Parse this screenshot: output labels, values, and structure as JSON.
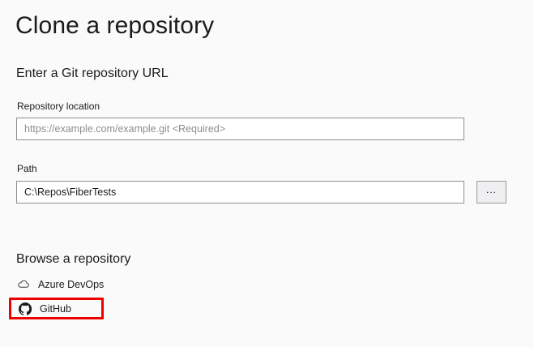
{
  "page": {
    "title": "Clone a repository",
    "background_color": "#fafafa",
    "text_color": "#1b1b1b"
  },
  "url_section": {
    "heading": "Enter a Git repository URL",
    "fields": {
      "repository_location": {
        "label": "Repository location",
        "value": "",
        "placeholder": "https://example.com/example.git <Required>"
      },
      "path": {
        "label": "Path",
        "value": "C:\\Repos\\FiberTests",
        "placeholder": ""
      }
    },
    "browse_button": {
      "label": "...",
      "icon": "ellipsis-icon"
    }
  },
  "browse_section": {
    "heading": "Browse a repository",
    "providers": [
      {
        "label": "Azure DevOps",
        "icon": "cloud-icon",
        "highlighted": false
      },
      {
        "label": "GitHub",
        "icon": "github-icon",
        "highlighted": true
      }
    ]
  },
  "annotation": {
    "target": "GitHub",
    "color": "#ee0000",
    "shape": "rectangle"
  }
}
